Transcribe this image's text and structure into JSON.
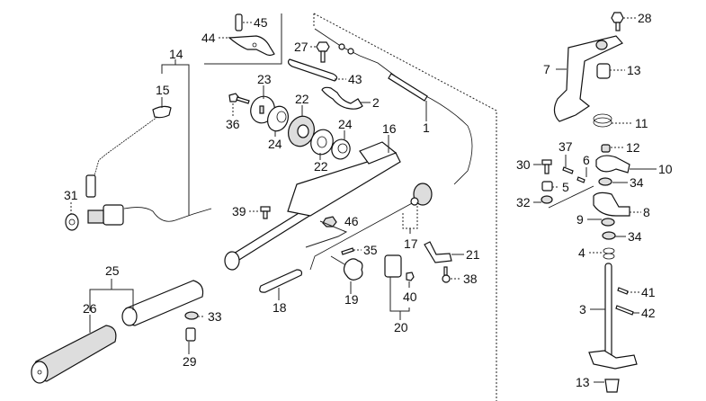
{
  "diagram": {
    "title": "Steering handle / tiller assembly exploded parts diagram",
    "background": "#ffffff",
    "line_color": "#111111",
    "callouts": [
      {
        "id": "c1",
        "number": "1",
        "part": "throttle-cable"
      },
      {
        "id": "c2",
        "number": "2",
        "part": "cable-clamp"
      },
      {
        "id": "c3",
        "number": "3",
        "part": "shift-rod"
      },
      {
        "id": "c4",
        "number": "4",
        "part": "spring"
      },
      {
        "id": "c5",
        "number": "5",
        "part": "collar"
      },
      {
        "id": "c6",
        "number": "6",
        "part": "pin"
      },
      {
        "id": "c7",
        "number": "7",
        "part": "bracket"
      },
      {
        "id": "c8",
        "number": "8",
        "part": "shift-arm"
      },
      {
        "id": "c9",
        "number": "9",
        "part": "spring"
      },
      {
        "id": "c10",
        "number": "10",
        "part": "shift-lever"
      },
      {
        "id": "c11",
        "number": "11",
        "part": "spring-clip"
      },
      {
        "id": "c12",
        "number": "12",
        "part": "cap"
      },
      {
        "id": "c13a",
        "number": "13",
        "part": "bushing-upper"
      },
      {
        "id": "c13b",
        "number": "13",
        "part": "bushing-lower"
      },
      {
        "id": "c14",
        "number": "14",
        "part": "emergency-stop-switch-assembly"
      },
      {
        "id": "c15",
        "number": "15",
        "part": "lanyard-cord"
      },
      {
        "id": "c16",
        "number": "16",
        "part": "steering-handle"
      },
      {
        "id": "c17",
        "number": "17",
        "part": "throttle-rod"
      },
      {
        "id": "c18",
        "number": "18",
        "part": "handle-plate"
      },
      {
        "id": "c19",
        "number": "19",
        "part": "friction-knob"
      },
      {
        "id": "c20",
        "number": "20",
        "part": "joint-set"
      },
      {
        "id": "c21",
        "number": "21",
        "part": "stay"
      },
      {
        "id": "c22a",
        "number": "22",
        "part": "pulley"
      },
      {
        "id": "c22b",
        "number": "22",
        "part": "pulley"
      },
      {
        "id": "c23",
        "number": "23",
        "part": "plate"
      },
      {
        "id": "c24a",
        "number": "24",
        "part": "washer"
      },
      {
        "id": "c24b",
        "number": "24",
        "part": "washer"
      },
      {
        "id": "c25",
        "number": "25",
        "part": "throttle-grip-assembly"
      },
      {
        "id": "c26",
        "number": "26",
        "part": "grip"
      },
      {
        "id": "c27",
        "number": "27",
        "part": "bolt"
      },
      {
        "id": "c28",
        "number": "28",
        "part": "bolt"
      },
      {
        "id": "c29",
        "number": "29",
        "part": "bolt"
      },
      {
        "id": "c30",
        "number": "30",
        "part": "bolt"
      },
      {
        "id": "c31",
        "number": "31",
        "part": "nut"
      },
      {
        "id": "c32",
        "number": "32",
        "part": "washer"
      },
      {
        "id": "c33",
        "number": "33",
        "part": "washer"
      },
      {
        "id": "c34a",
        "number": "34",
        "part": "washer"
      },
      {
        "id": "c34b",
        "number": "34",
        "part": "washer"
      },
      {
        "id": "c35",
        "number": "35",
        "part": "spring-pin"
      },
      {
        "id": "c36",
        "number": "36",
        "part": "screw"
      },
      {
        "id": "c37",
        "number": "37",
        "part": "screw"
      },
      {
        "id": "c38",
        "number": "38",
        "part": "screw"
      },
      {
        "id": "c39",
        "number": "39",
        "part": "screw"
      },
      {
        "id": "c40",
        "number": "40",
        "part": "nut"
      },
      {
        "id": "c41",
        "number": "41",
        "part": "pin"
      },
      {
        "id": "c42",
        "number": "42",
        "part": "pin"
      },
      {
        "id": "c43",
        "number": "43",
        "part": "plate"
      },
      {
        "id": "c44",
        "number": "44",
        "part": "bracket"
      },
      {
        "id": "c45",
        "number": "45",
        "part": "clip"
      },
      {
        "id": "c46",
        "number": "46",
        "part": "nut"
      }
    ]
  }
}
